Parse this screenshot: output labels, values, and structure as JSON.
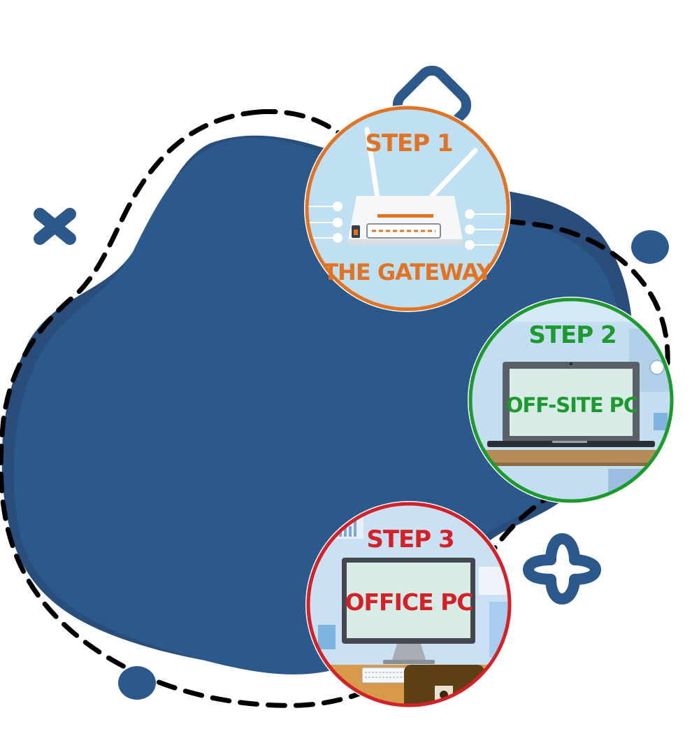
{
  "colors": {
    "blob": "#2c598b",
    "blob_shadow": "#2a4e7c",
    "dashes": "#000000",
    "step1": "#e07424",
    "step2": "#1d9a2d",
    "step3": "#d42027",
    "bubble_bg": "#bfe0f2"
  },
  "steps": [
    {
      "label": "STEP 1",
      "caption": "THE GATEWAY",
      "icon": "router-icon"
    },
    {
      "label": "STEP 2",
      "caption": "OFF-SITE PC",
      "icon": "laptop-icon"
    },
    {
      "label": "STEP 3",
      "caption": "OFFICE PC",
      "icon": "desktop-monitor-icon"
    }
  ],
  "decorations": [
    "diamond-outline-icon",
    "x-mark-icon",
    "dot-icon",
    "dot-icon",
    "four-point-star-icon"
  ]
}
